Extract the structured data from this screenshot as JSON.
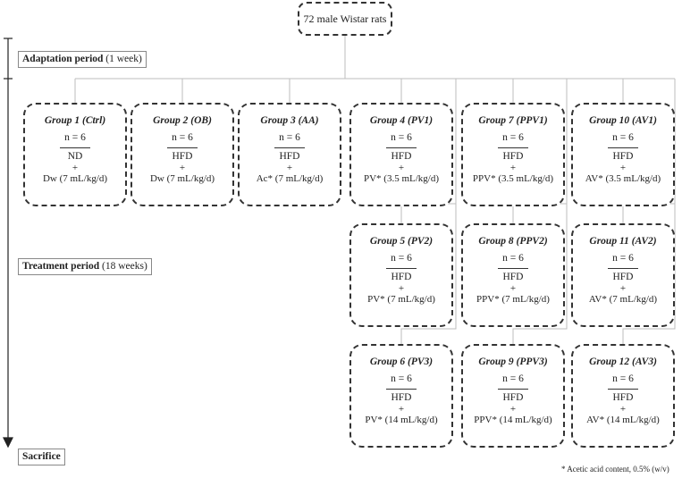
{
  "top_node": "72 male Wistar rats",
  "periods": {
    "adaptation": {
      "title": "Adaptation period",
      "detail": "(1 week)"
    },
    "treatment": {
      "title": "Treatment period",
      "detail": "(18 weeks)"
    },
    "sacrifice": {
      "title": "Sacrifice"
    }
  },
  "groups": [
    {
      "title": "Group 1 (Ctrl)",
      "n": "n = 6",
      "diet": "ND",
      "plus": "+",
      "treatment": "Dw (7 mL/kg/d)"
    },
    {
      "title": "Group 2 (OB)",
      "n": "n = 6",
      "diet": "HFD",
      "plus": "+",
      "treatment": "Dw (7 mL/kg/d)"
    },
    {
      "title": "Group 3 (AA)",
      "n": "n = 6",
      "diet": "HFD",
      "plus": "+",
      "treatment": "Ac* (7 mL/kg/d)"
    },
    {
      "title": "Group 4 (PV1)",
      "n": "n = 6",
      "diet": "HFD",
      "plus": "+",
      "treatment": "PV* (3.5 mL/kg/d)"
    },
    {
      "title": "Group 5 (PV2)",
      "n": "n = 6",
      "diet": "HFD",
      "plus": "+",
      "treatment": "PV* (7 mL/kg/d)"
    },
    {
      "title": "Group 6 (PV3)",
      "n": "n = 6",
      "diet": "HFD",
      "plus": "+",
      "treatment": "PV* (14 mL/kg/d)"
    },
    {
      "title": "Group 7 (PPV1)",
      "n": "n = 6",
      "diet": "HFD",
      "plus": "+",
      "treatment": "PPV* (3.5 mL/kg/d)"
    },
    {
      "title": "Group 8 (PPV2)",
      "n": "n = 6",
      "diet": "HFD",
      "plus": "+",
      "treatment": "PPV* (7 mL/kg/d)"
    },
    {
      "title": "Group 9 (PPV3)",
      "n": "n = 6",
      "diet": "HFD",
      "plus": "+",
      "treatment": "PPV* (14 mL/kg/d)"
    },
    {
      "title": "Group 10 (AV1)",
      "n": "n = 6",
      "diet": "HFD",
      "plus": "+",
      "treatment": "AV* (3.5 mL/kg/d)"
    },
    {
      "title": "Group 11 (AV2)",
      "n": "n = 6",
      "diet": "HFD",
      "plus": "+",
      "treatment": "AV* (7 mL/kg/d)"
    },
    {
      "title": "Group 12 (AV3)",
      "n": "n = 6",
      "diet": "HFD",
      "plus": "+",
      "treatment": "AV* (14 mL/kg/d)"
    }
  ],
  "footnote": "* Acetic acid content, 0.5% (w/v)"
}
